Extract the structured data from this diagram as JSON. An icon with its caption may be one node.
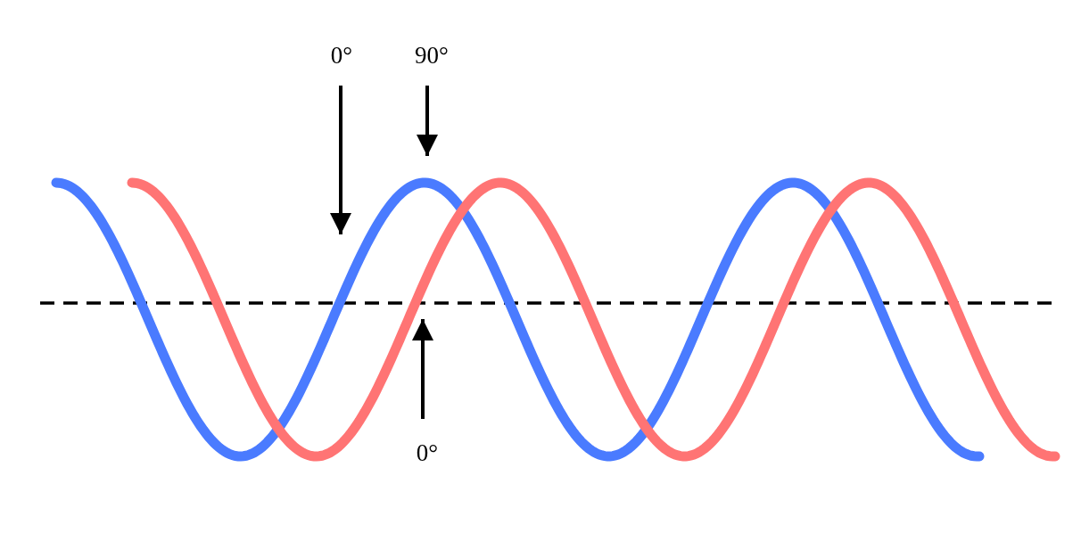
{
  "diagram": {
    "nodes": [
      {
        "text": [
          "0°"
        ]
      },
      {
        "text": [
          "90°"
        ]
      },
      {
        "text": [
          "0°"
        ]
      }
    ],
    "edges": [
      {
        "from": 0,
        "to": null,
        "arrow": "to"
      },
      {
        "from": 1,
        "to": null,
        "arrow": "to"
      },
      {
        "from": 2,
        "to": null,
        "arrow": "to"
      }
    ]
  }
}
